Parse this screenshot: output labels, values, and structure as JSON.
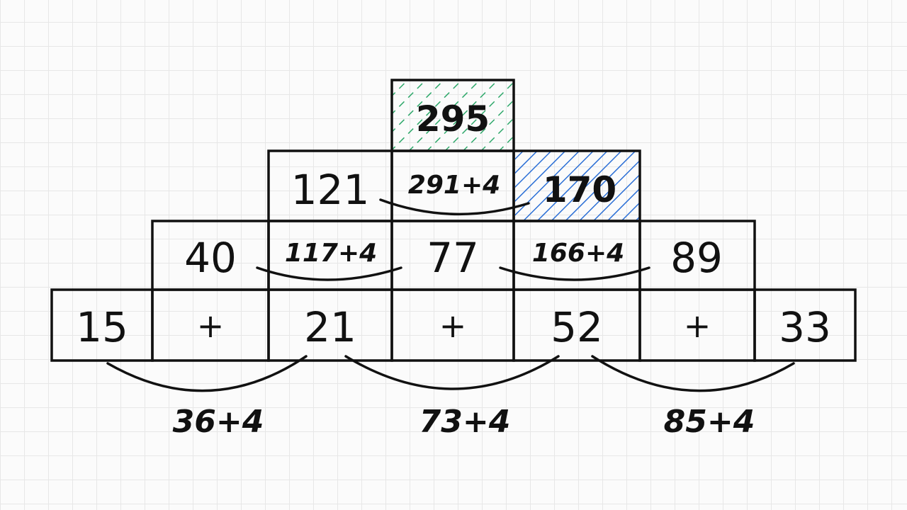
{
  "pyramid": {
    "top": "295",
    "row3": {
      "left": "121",
      "middle": "291+4",
      "right": "170"
    },
    "row2": {
      "a": "40",
      "b": "117+4",
      "c": "77",
      "d": "166+4",
      "e": "89"
    },
    "row1": {
      "a": "15",
      "b": "+",
      "c": "21",
      "d": "+",
      "e": "52",
      "f": "+",
      "g": "33"
    }
  },
  "below": {
    "first": "36+4",
    "second": "73+4",
    "third": "85+4"
  },
  "colors": {
    "green_hatch": "#2ea86a",
    "blue_hatch": "#2b6fd6",
    "ink": "#111111"
  }
}
